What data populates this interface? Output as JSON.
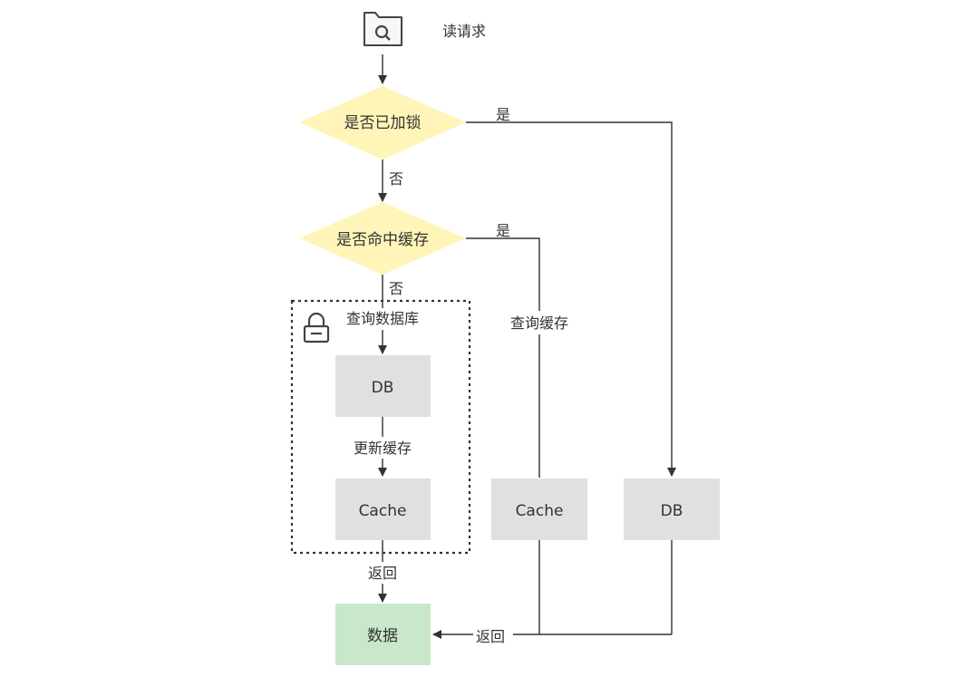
{
  "start": {
    "label": "读请求",
    "icon": "folder-search-icon"
  },
  "decisions": {
    "locked": {
      "label": "是否已加锁",
      "yes": "是",
      "no": "否"
    },
    "cache_hit": {
      "label": "是否命中缓存",
      "yes": "是",
      "no": "否"
    }
  },
  "lock_group": {
    "title": "查询数据库",
    "icon": "lock-icon"
  },
  "nodes": {
    "db_locked": "DB",
    "cache_locked": "Cache",
    "cache_hit": "Cache",
    "db_direct": "DB",
    "data": "数据"
  },
  "edge_labels": {
    "update_cache": "更新缓存",
    "query_cache": "查询缓存",
    "return_left": "返回",
    "return_bottom": "返回"
  },
  "colors": {
    "decision_fill": "#fff5b8",
    "process_fill": "#e0e0e0",
    "result_fill": "#c9e8c9",
    "line": "#333333"
  }
}
